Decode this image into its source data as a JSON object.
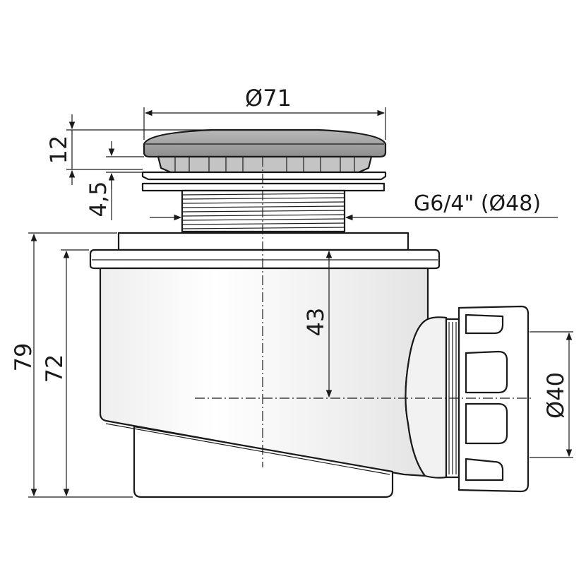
{
  "drawing": {
    "dimensions": {
      "cover_diameter": "Ø71",
      "cover_height": "12",
      "flange_gap": "4,5",
      "thread": "G6/4\" (Ø48)",
      "body_height_total": "79",
      "body_height_inner": "72",
      "water_seal_depth": "43",
      "outlet_diameter": "Ø40"
    },
    "colors": {
      "line": "#1a1a1a",
      "cover_fill": "#9a9a9a",
      "grille_fill": "#c4c4c4",
      "body_fill": "#ffffff"
    }
  }
}
